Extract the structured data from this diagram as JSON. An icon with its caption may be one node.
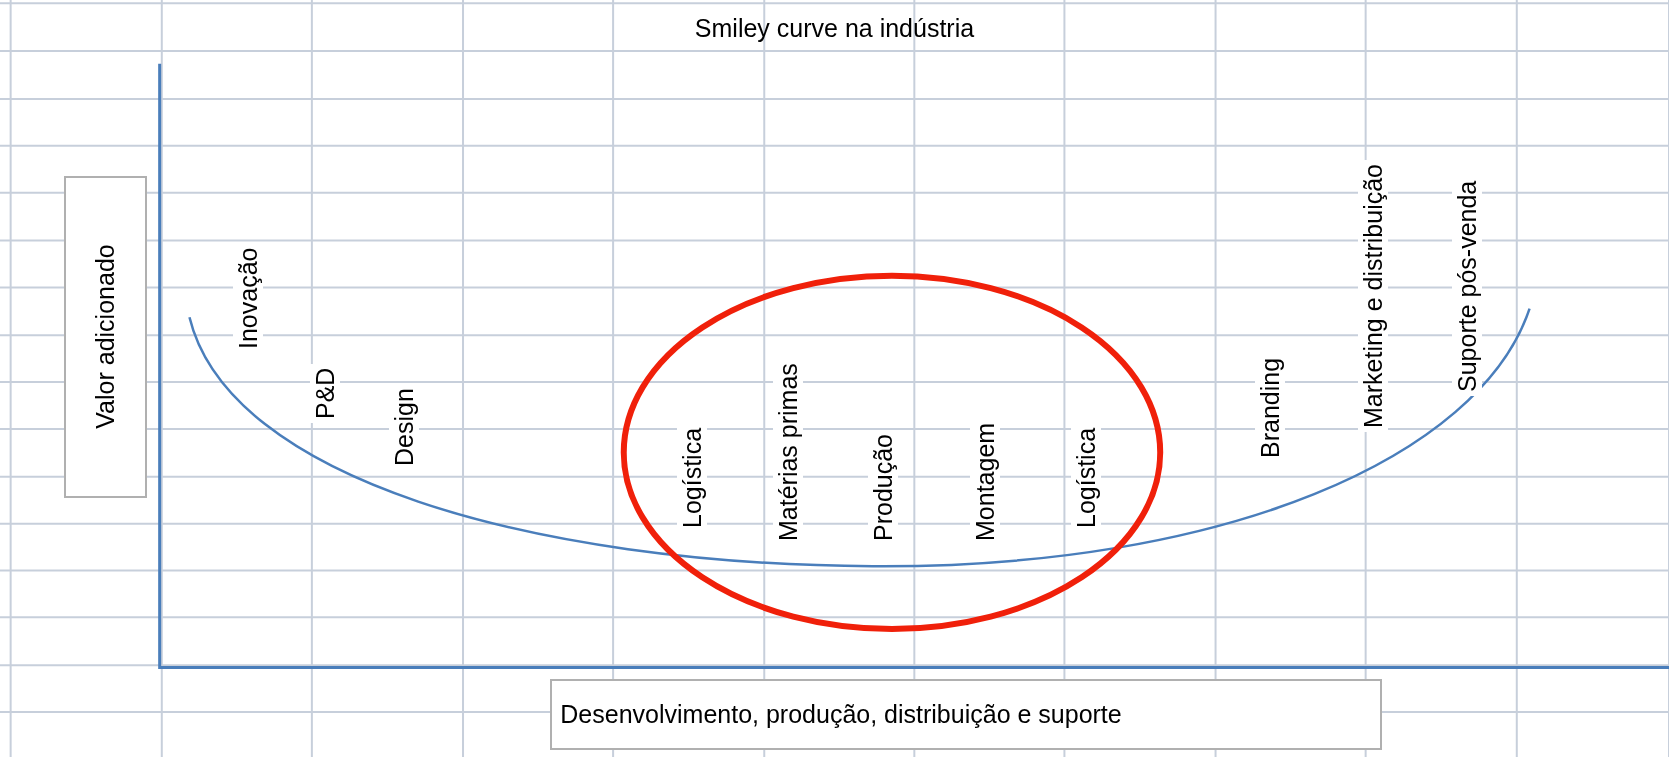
{
  "diagram": {
    "title": "Smiley curve na indústria",
    "nodes": [
      {
        "text": [
          "Valor adicionado"
        ]
      },
      {
        "text": [
          "Desenvolvimento, produção, distribuição e suporte"
        ]
      }
    ],
    "edges": [],
    "labels": [
      "Inovação",
      "P&D",
      "Design",
      "Logística",
      "Matérias primas",
      "Produção",
      "Montagem",
      "Logística",
      "Branding",
      "Marketing e distribuição",
      "Suporte pós-venda"
    ]
  }
}
